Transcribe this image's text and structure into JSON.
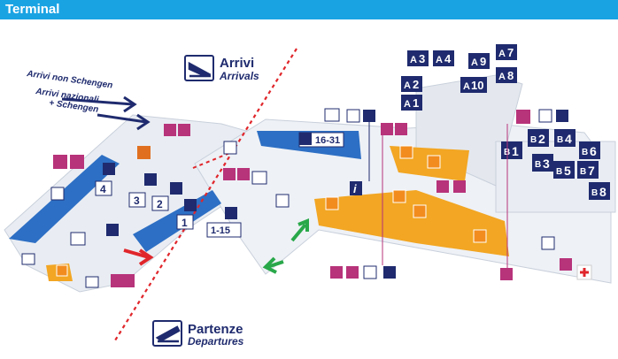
{
  "header": {
    "title": "Terminal"
  },
  "colors": {
    "header": "#1aa3e3",
    "blue_zone": "#2d6fc4",
    "orange_zone": "#f2a623",
    "navy": "#1f2b6e",
    "magenta": "#b7337a",
    "divider": "#e0262b"
  },
  "arrivals": {
    "it": "Arrivi",
    "en": "Arrivals"
  },
  "departures": {
    "it": "Partenze",
    "en": "Departures"
  },
  "labels": {
    "non_schengen": "Arrivi non Schengen",
    "nazionali_1": "Arrivi nazionali",
    "nazionali_2": "+ Schengen"
  },
  "belts": [
    "1",
    "2",
    "3",
    "4"
  ],
  "gate_ranges": {
    "arrivals": "16-31",
    "departures": "1-15"
  },
  "gates_a": [
    "3",
    "4",
    "2",
    "1",
    "9",
    "10",
    "7",
    "8"
  ],
  "gates_b": [
    "1",
    "2",
    "3",
    "4",
    "5",
    "6",
    "7",
    "8"
  ],
  "gate_prefix": {
    "a": "A",
    "b": "B"
  },
  "info_symbol": "i"
}
